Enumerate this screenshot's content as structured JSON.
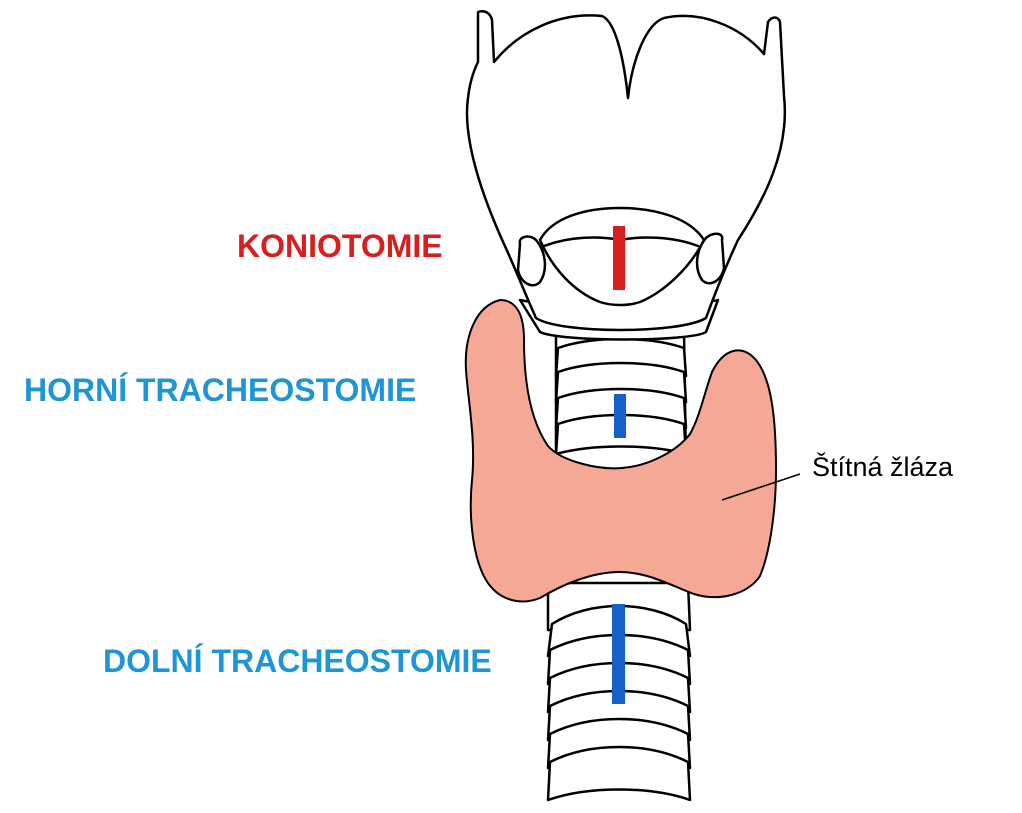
{
  "labels": {
    "koniotomie": "KONIOTOMIE",
    "horni": "HORNÍ TRACHEOSTOMIE",
    "dolni": "DOLNÍ TRACHEOSTOMIE",
    "thyroid": "Štítná žláza"
  },
  "colors": {
    "koniotomie": "#d81e1e",
    "tracheostomie": "#1f95d6",
    "incision_upper": "#1560c9",
    "incision_lower": "#1560c9",
    "thyroid_fill": "#f5a895",
    "outline": "#000000"
  }
}
